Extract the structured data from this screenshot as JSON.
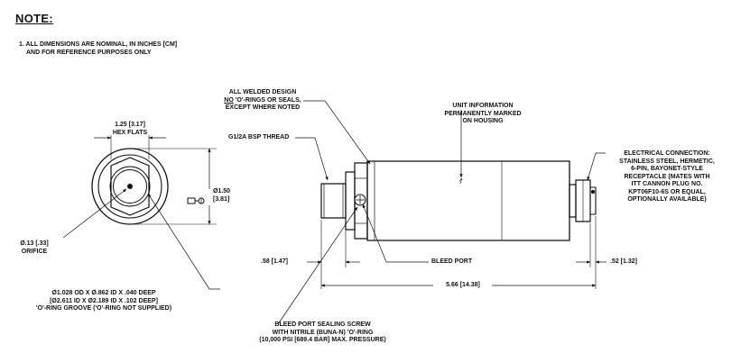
{
  "note": {
    "title": "NOTE:",
    "item1_line1": "1. ALL DIMENSIONS ARE NOMINAL, IN INCHES [cm]",
    "item1_line2": "AND FOR REFERENCE PURPOSES ONLY"
  },
  "end_view": {
    "hex_flats_line1": "1.25 [3.17]",
    "hex_flats_line2": "HEX FLATS",
    "diameter_line1": "Ø1.50",
    "diameter_line2": "[3.81]",
    "orifice_line1": "Ø.13 [.33]",
    "orifice_line2": "ORIFICE",
    "groove_line1": "Ø1.028 OD X Ø.862 ID X .040 DEEP",
    "groove_line2": "[Ø2.611 ID X Ø2.189 ID X .102 DEEP]",
    "groove_line3": "'O'-RING GROOVE ('O'-RING NOT SUPPLIED)"
  },
  "side_view": {
    "welded_line1": "ALL WELDED DESIGN",
    "welded_no": "NO",
    "welded_line2_rest": " 'O'-RINGS OR SEALS,",
    "welded_line3": "EXCEPT WHERE NOTED",
    "thread": "G1/2A BSP THREAD",
    "unit_info_line1": "UNIT INFORMATION",
    "unit_info_line2": "PERMANENTLY MARKED",
    "unit_info_line3": "ON HOUSING",
    "electrical_lines": [
      "ELECTRICAL CONNECTION:",
      "STAINLESS STEEL, HERMETIC,",
      "6-PIN, BAYONET-STYLE",
      "RECEPTACLE (MATES WITH",
      "ITT CANNON PLUG NO.",
      "KPT06F10-6S OR EQUAL,",
      "OPTIONALLY AVAILABLE)"
    ],
    "thread_length": ".58 [1.47]",
    "bleed_port": "BLEED PORT",
    "connector_length": ".52 [1.32]",
    "overall_length": "5.66 [14.38]",
    "screw_line1": "BLEED PORT SEALING SCREW",
    "screw_line2": "WITH NITRILE (BUNA-N) 'O'-RING",
    "screw_line3": "(10,000 PSI [689.4 BAR] MAX. PRESSURE)"
  }
}
